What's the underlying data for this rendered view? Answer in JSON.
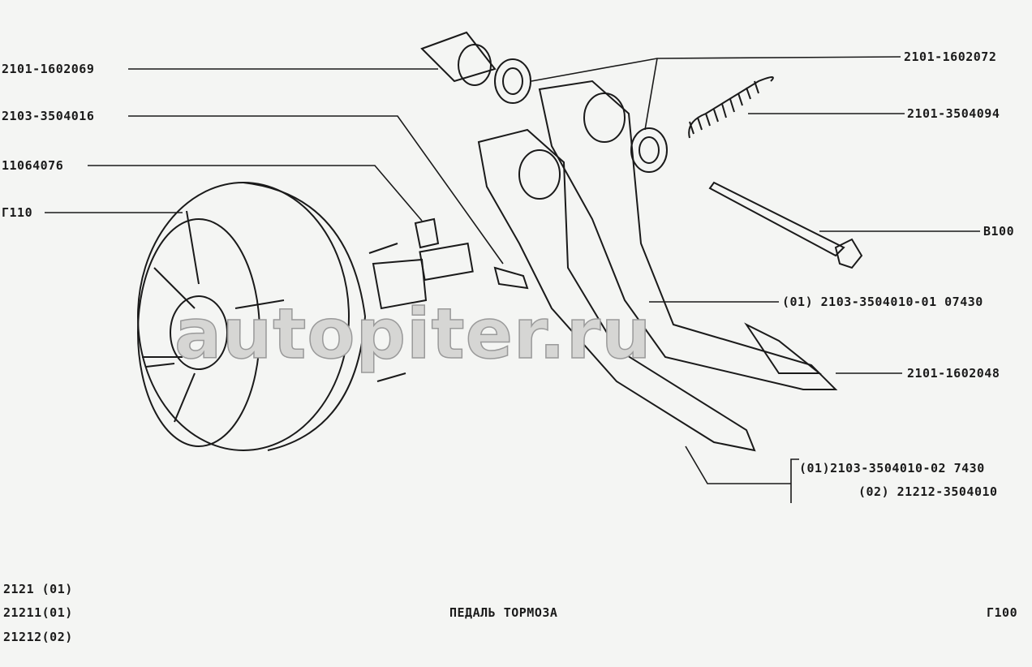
{
  "labels_left": [
    "2101-1602069",
    "2103-3504016",
    "11064076",
    "Г110"
  ],
  "labels_right": {
    "l1": "2101-1602072",
    "l2": "2101-3504094",
    "l3": "В100",
    "l4": "(01) 2103-3504010-01  07430",
    "l5": "2101-1602048",
    "l6": "(01)2103-3504010-02 7430",
    "l7": "(02) 21212-3504010"
  },
  "footer": {
    "models": [
      "2121 (01)",
      "21211(01)",
      "21212(02)"
    ],
    "title": "ПЕДАЛЬ ТОРМОЗА",
    "code": "Г100"
  },
  "watermark": "autopiter.ru"
}
